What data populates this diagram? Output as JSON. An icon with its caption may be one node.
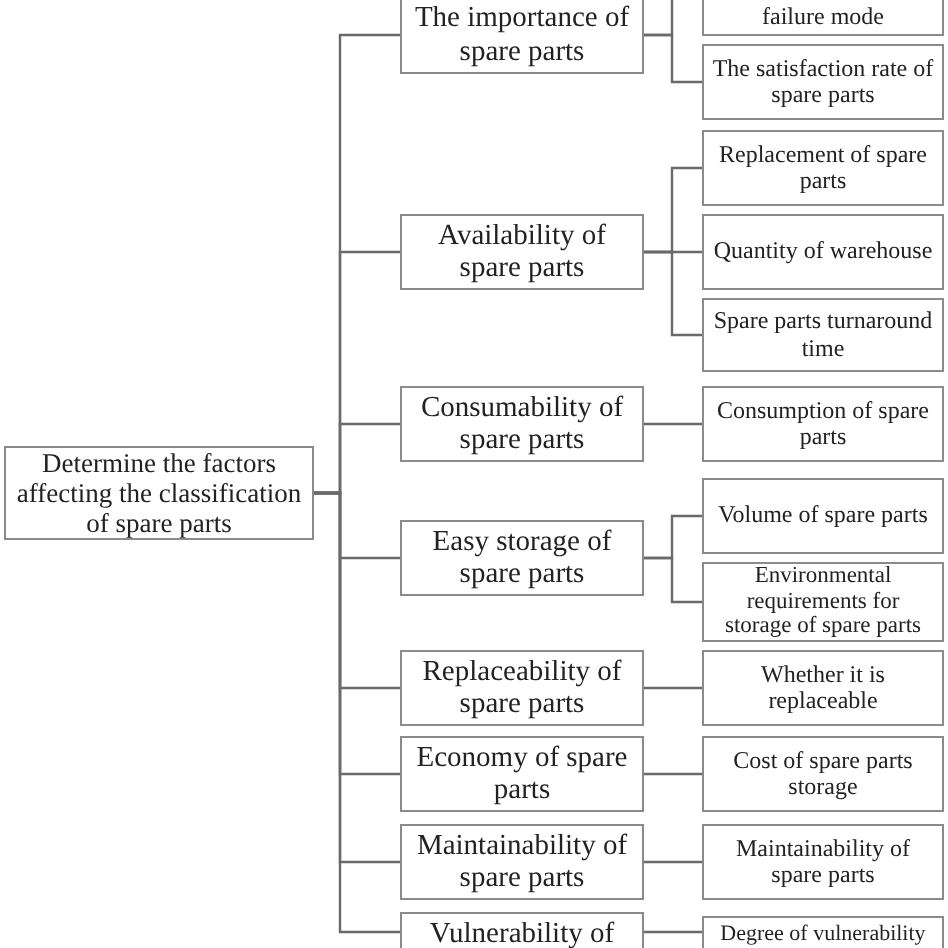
{
  "diagram": {
    "nodes": [
      {
        "text": [
          "Determine the factors affecting the classification of spare parts"
        ]
      },
      {
        "text": [
          "The importance of spare parts"
        ]
      },
      {
        "text": [
          "failure mode"
        ]
      },
      {
        "text": [
          "The satisfaction rate of spare parts"
        ]
      },
      {
        "text": [
          "Availability of spare parts"
        ]
      },
      {
        "text": [
          "Replacement of spare parts"
        ]
      },
      {
        "text": [
          "Quantity of warehouse"
        ]
      },
      {
        "text": [
          "Spare parts turnaround time"
        ]
      },
      {
        "text": [
          "Consumability of spare parts"
        ]
      },
      {
        "text": [
          "Consumption of spare parts"
        ]
      },
      {
        "text": [
          "Easy storage of spare parts"
        ]
      },
      {
        "text": [
          "Volume of spare parts"
        ]
      },
      {
        "text": [
          "Environmental requirements for storage of spare parts"
        ]
      },
      {
        "text": [
          "Replaceability of spare parts"
        ]
      },
      {
        "text": [
          "Whether it is replaceable"
        ]
      },
      {
        "text": [
          "Economy of spare parts"
        ]
      },
      {
        "text": [
          "Cost of spare parts storage"
        ]
      },
      {
        "text": [
          "Maintainability of spare parts"
        ]
      },
      {
        "text": [
          "Maintainability of spare parts"
        ]
      },
      {
        "text": [
          "Vulnerability of"
        ]
      },
      {
        "text": [
          "Degree of vulnerability"
        ]
      }
    ],
    "edges": [
      {
        "from": 0,
        "to": 1,
        "arrow": "none"
      },
      {
        "from": 1,
        "to": 2,
        "arrow": "none"
      },
      {
        "from": 1,
        "to": 3,
        "arrow": "none"
      },
      {
        "from": 0,
        "to": 4,
        "arrow": "none"
      },
      {
        "from": 4,
        "to": 5,
        "arrow": "none"
      },
      {
        "from": 4,
        "to": 6,
        "arrow": "none"
      },
      {
        "from": 4,
        "to": 7,
        "arrow": "none"
      },
      {
        "from": 0,
        "to": 8,
        "arrow": "none"
      },
      {
        "from": 8,
        "to": 9,
        "arrow": "none"
      },
      {
        "from": 0,
        "to": 10,
        "arrow": "none"
      },
      {
        "from": 10,
        "to": 11,
        "arrow": "none"
      },
      {
        "from": 10,
        "to": 12,
        "arrow": "none"
      },
      {
        "from": 0,
        "to": 13,
        "arrow": "none"
      },
      {
        "from": 13,
        "to": 14,
        "arrow": "none"
      },
      {
        "from": 0,
        "to": 15,
        "arrow": "none"
      },
      {
        "from": 15,
        "to": 16,
        "arrow": "none"
      },
      {
        "from": 0,
        "to": 17,
        "arrow": "none"
      },
      {
        "from": 17,
        "to": 18,
        "arrow": "none"
      },
      {
        "from": 0,
        "to": 19,
        "arrow": "none"
      },
      {
        "from": 19,
        "to": 20,
        "arrow": "none"
      }
    ]
  }
}
